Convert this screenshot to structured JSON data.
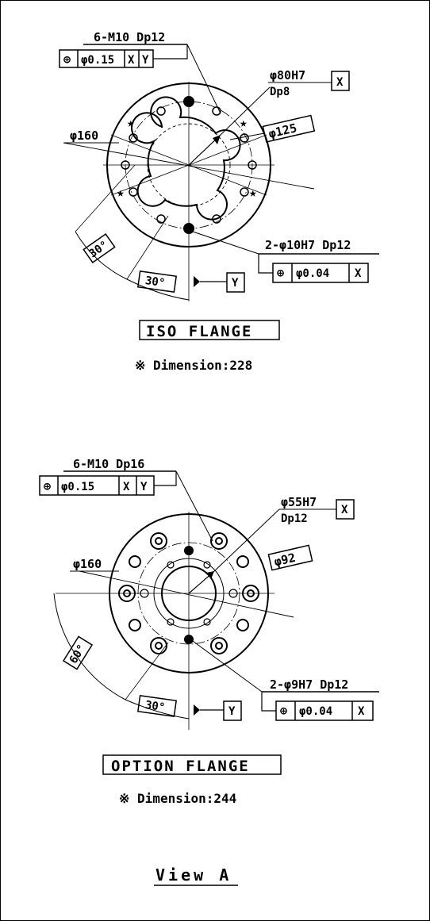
{
  "iso": {
    "bolt_callout": "6-M10 Dp12",
    "bolt_fcf": {
      "symbol": "⊕",
      "tol": "φ0.15",
      "d1": "X",
      "d2": "Y"
    },
    "bore_callout": "φ80H7",
    "bore_depth": "Dp8",
    "bore_datum": "X",
    "dia_outer": "φ160",
    "dia_pcd": "φ125",
    "angle_a": "30°",
    "angle_b": "30°",
    "datum_y": "Y",
    "pin_callout": "2-φ10H7 Dp12",
    "pin_fcf": {
      "symbol": "⊕",
      "tol": "φ0.04",
      "d1": "X"
    },
    "title": "ISO FLANGE",
    "dimension_note": "※ Dimension:228"
  },
  "option": {
    "bolt_callout": "6-M10 Dp16",
    "bolt_fcf": {
      "symbol": "⊕",
      "tol": "φ0.15",
      "d1": "X",
      "d2": "Y"
    },
    "bore_callout": "φ55H7",
    "bore_depth": "Dp12",
    "bore_datum": "X",
    "dia_outer": "φ160",
    "dia_pcd": "φ92",
    "angle_a": "60°",
    "angle_b": "30°",
    "datum_y": "Y",
    "pin_callout": "2-φ9H7 Dp12",
    "pin_fcf": {
      "symbol": "⊕",
      "tol": "φ0.04",
      "d1": "X"
    },
    "title": "OPTION FLANGE",
    "dimension_note": "※ Dimension:244"
  },
  "view_label": "View A"
}
